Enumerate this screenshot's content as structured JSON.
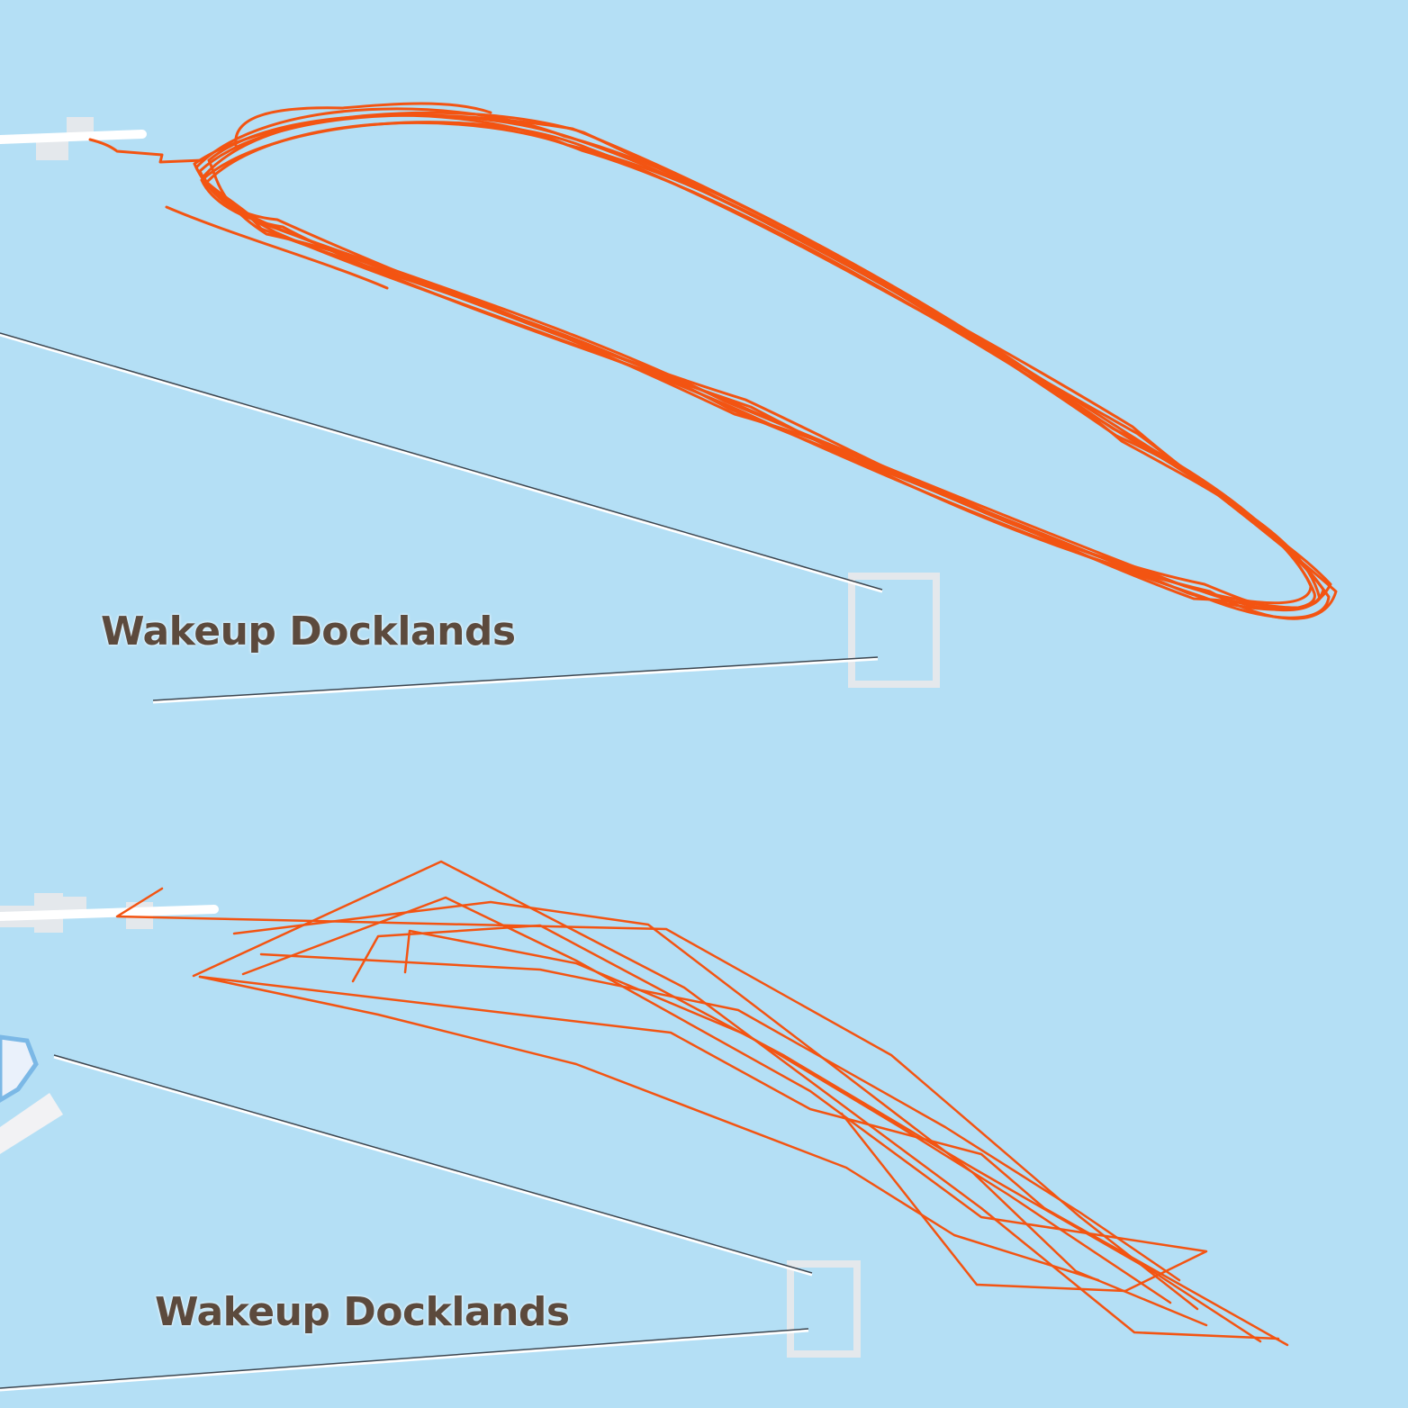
{
  "map": {
    "colors": {
      "water": "#b4dff5",
      "track": "#f35412",
      "pier": "#ffffff",
      "structure": "#e4e8ec",
      "cable": "#3c4650",
      "label": "#5c4a3d"
    },
    "panels": [
      {
        "id": "top",
        "style": "smooth-gps-track",
        "place_label": "Wakeup Docklands"
      },
      {
        "id": "bottom",
        "style": "sampled-gps-track",
        "place_label": "Wakeup Docklands"
      }
    ]
  }
}
